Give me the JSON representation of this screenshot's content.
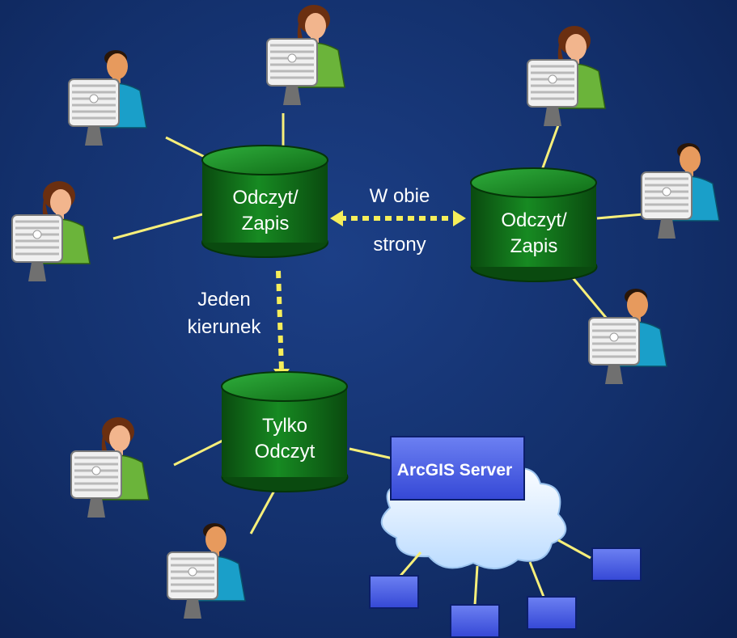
{
  "databases": {
    "left": {
      "line1": "Odczyt/",
      "line2": "Zapis"
    },
    "right": {
      "line1": "Odczyt/",
      "line2": "Zapis"
    },
    "bottom": {
      "line1": "Tylko",
      "line2": "Odczyt"
    }
  },
  "replication": {
    "two_way": {
      "line1": "W obie",
      "line2": "strony"
    },
    "one_way": {
      "line1": "Jeden",
      "line2": "kierunek"
    }
  },
  "server": {
    "label": "ArcGIS Server"
  },
  "colors": {
    "background": "#13306c",
    "database": "#0f6a16",
    "connector": "#f7ef7a",
    "replication_arrow": "#f6ee5a",
    "server_box": "#4f63e6",
    "cloud": "#cfe7ff",
    "shirt_green": "#6bb43a",
    "shirt_teal": "#1a9fc9"
  },
  "icons": {
    "user": "user-at-computer-icon",
    "database": "database-cylinder-icon",
    "cloud": "cloud-icon",
    "client": "client-computer-icon"
  }
}
